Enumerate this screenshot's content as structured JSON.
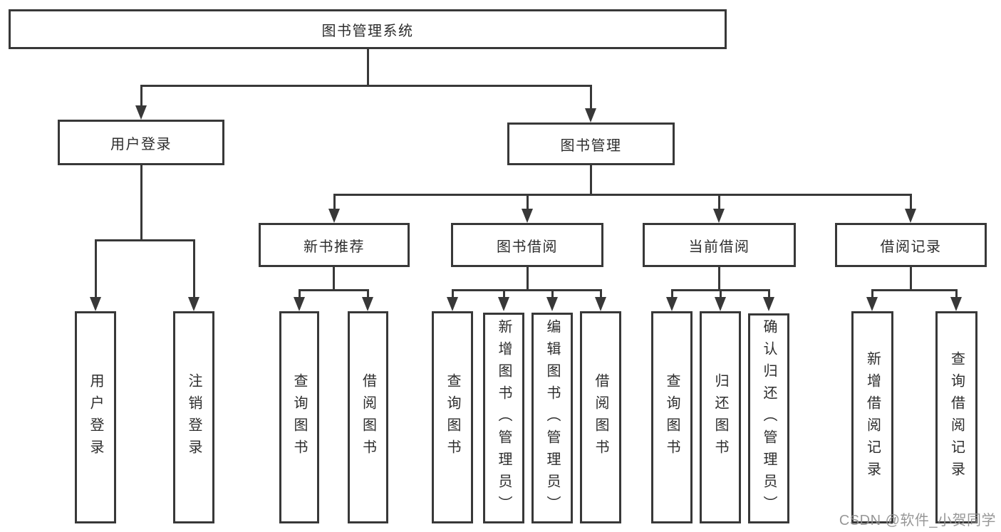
{
  "colors": {
    "line": "#383838",
    "text": "#2d2d2d",
    "watermark": "#8f8f8f",
    "bg": "#ffffff"
  },
  "diagram": {
    "root": {
      "label": "图书管理系统"
    },
    "level2": [
      {
        "label": "用户登录"
      },
      {
        "label": "图书管理"
      }
    ],
    "level3": [
      {
        "label": "新书推荐"
      },
      {
        "label": "图书借阅"
      },
      {
        "label": "当前借阅"
      },
      {
        "label": "借阅记录"
      }
    ],
    "leaves": {
      "user_login": [
        {
          "label": "用户登录"
        },
        {
          "label": "注销登录"
        }
      ],
      "new_book": [
        {
          "label": "查询图书"
        },
        {
          "label": "借阅图书"
        }
      ],
      "book_borrow": [
        {
          "label": "查询图书"
        },
        {
          "label": "新增图书（管理员）"
        },
        {
          "label": "编辑图书（管理员）"
        },
        {
          "label": "借阅图书"
        }
      ],
      "current_borrow": [
        {
          "label": "查询图书"
        },
        {
          "label": "归还图书"
        },
        {
          "label": "确认归还（管理员）"
        }
      ],
      "borrow_record": [
        {
          "label": "新增借阅记录"
        },
        {
          "label": "查询借阅记录"
        }
      ]
    }
  },
  "watermark": {
    "text": "CSDN @软件_小贺同学"
  }
}
